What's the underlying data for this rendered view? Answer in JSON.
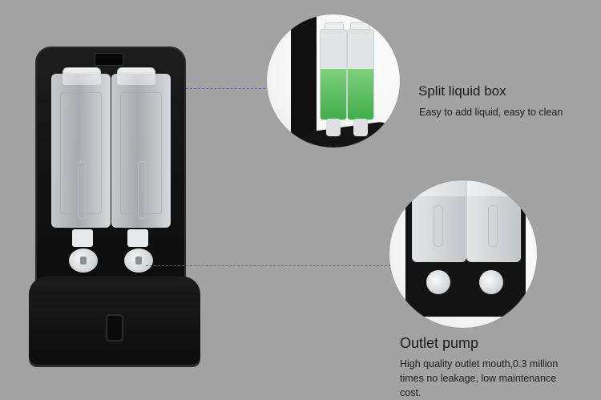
{
  "callouts": [
    {
      "title": "Split liquid box",
      "description_lines": [
        "Easy to add liquid, easy to clean"
      ]
    },
    {
      "title": "Outlet pump",
      "description_lines": [
        "High quality outlet mouth,0.3 million",
        "times no leakage, low maintenance",
        "cost."
      ]
    }
  ],
  "colors": {
    "background": "#a3a3a3",
    "dispenser": "#111111",
    "liquid_green": "#4cb553",
    "connector_line": "#5964a6"
  }
}
